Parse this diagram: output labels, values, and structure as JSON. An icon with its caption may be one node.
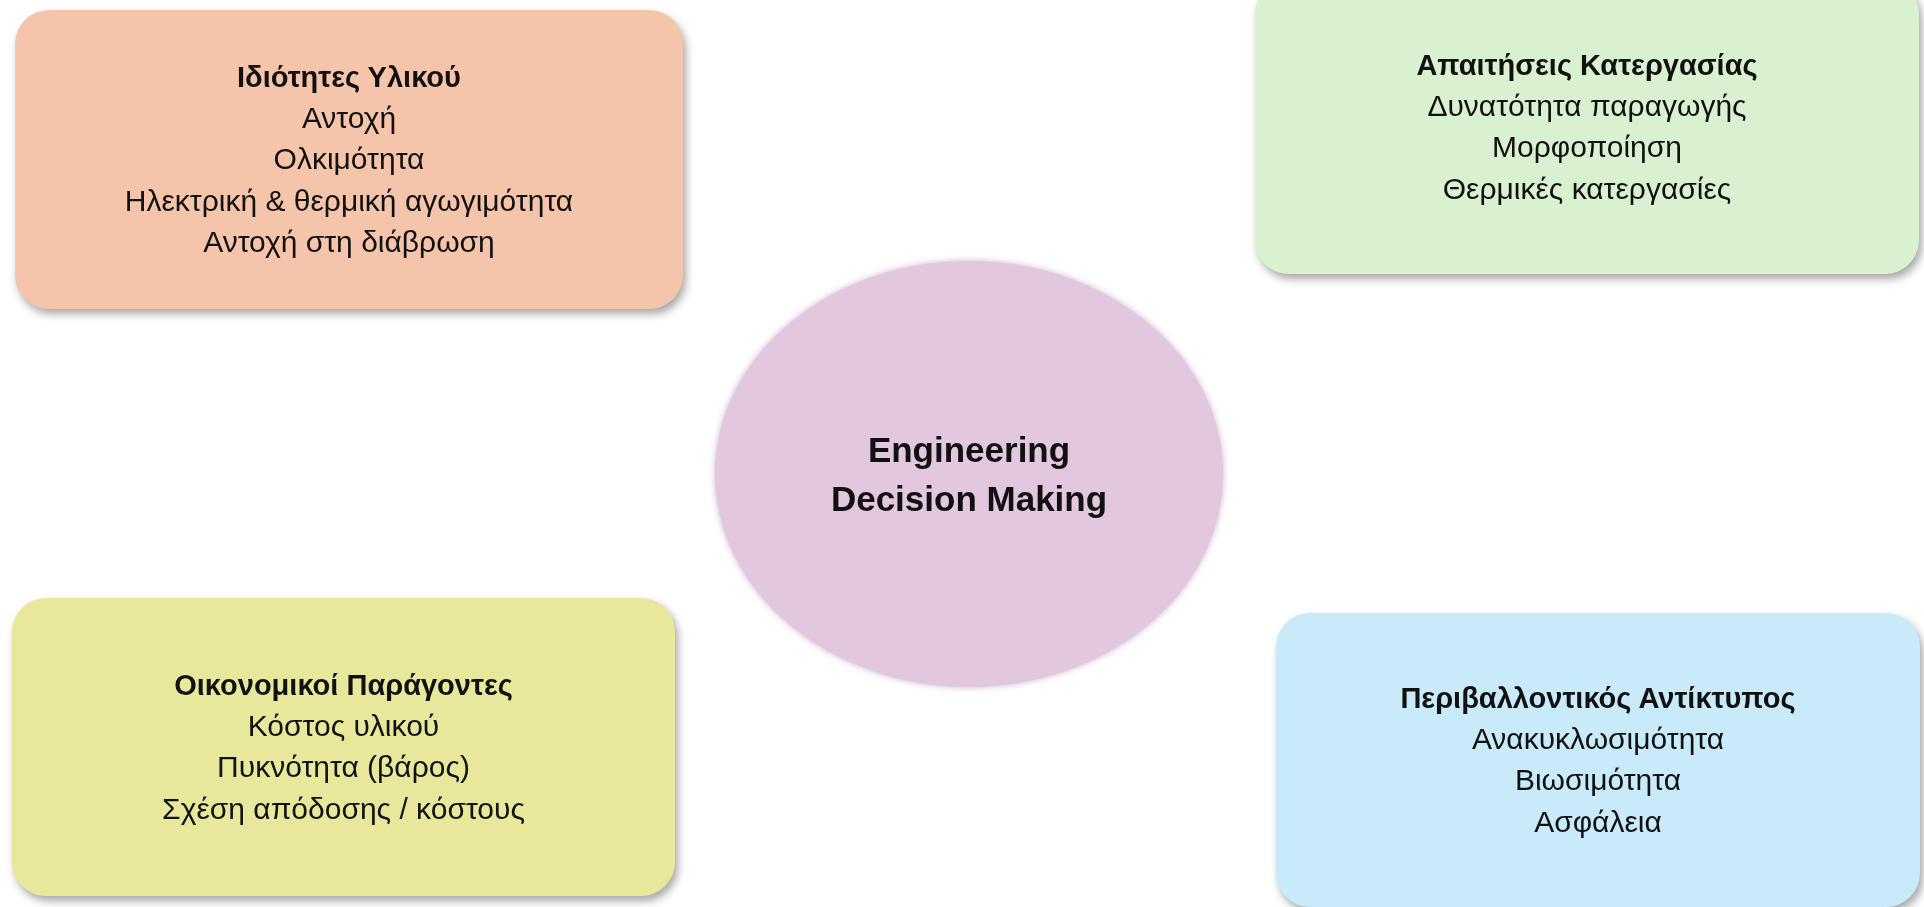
{
  "diagram": {
    "nodes": [
      {
        "text": [
          "Ιδιότητες Υλικού",
          "Αντοχή",
          "Ολκιμότητα",
          "Ηλεκτρική & θερμική αγωγιμότητα",
          "Αντοχή στη διάβρωση"
        ]
      },
      {
        "text": [
          "Απαιτήσεις Κατεργασίας",
          "Δυνατότητα παραγωγής",
          "Μορφοποίηση",
          "Θερμικές κατεργασίες"
        ]
      },
      {
        "text": [
          "Engineering Decision Making"
        ]
      },
      {
        "text": [
          "Οικονομικοί Παράγοντες",
          "Κόστος υλικού",
          "Πυκνότητα (βάρος)",
          "Σχέση απόδοσης / κόστους"
        ]
      },
      {
        "text": [
          "Περιβαλλοντικός Αντίκτυπος",
          "Ανακυκλωσιμότητα",
          "Βιωσιμότητα",
          "Ασφάλεια"
        ]
      }
    ]
  }
}
